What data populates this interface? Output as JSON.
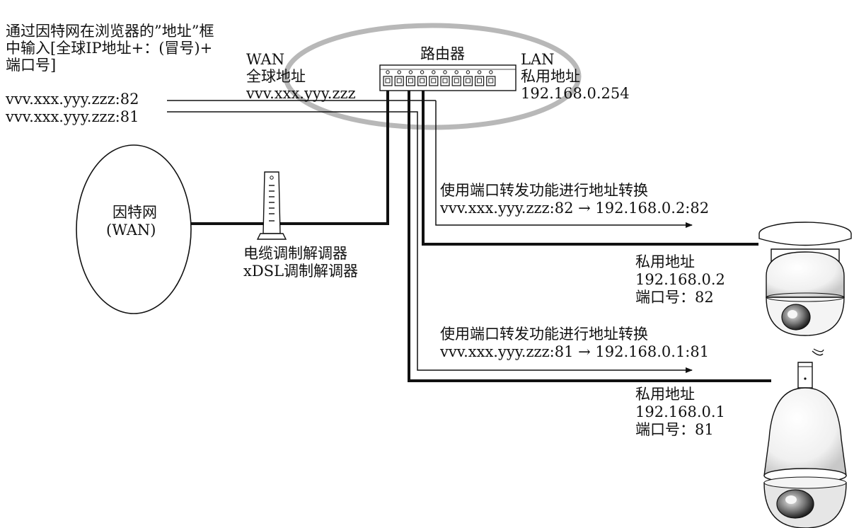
{
  "instruction": {
    "lines": [
      "通过因特网在浏览器的”地址”框",
      "中输入[全球IP地址+：(冒号)+",
      "端口号]"
    ]
  },
  "external_urls": [
    "vvv.xxx.yyy.zzz:82",
    "vvv.xxx.yyy.zzz:81"
  ],
  "wan": {
    "title": "WAN",
    "subtitle": "全球地址",
    "address": "vvv.xxx.yyy.zzz"
  },
  "router": {
    "label": "路由器",
    "port_count": 10
  },
  "lan": {
    "title": "LAN",
    "subtitle": "私用地址",
    "address": "192.168.0.254"
  },
  "internet": {
    "name": "因特网",
    "tag": "(WAN)"
  },
  "modem": {
    "line1": "电缆调制解调器",
    "line2": "xDSL调制解调器"
  },
  "forward": [
    {
      "heading": "使用端口转发功能进行地址转换",
      "rule": "vvv.xxx.yyy.zzz:82 → 192.168.0.2:82"
    },
    {
      "heading": "使用端口转发功能进行地址转换",
      "rule": "vvv.xxx.yyy.zzz:81 → 192.168.0.1:81"
    }
  ],
  "cameras": [
    {
      "label": "私用地址",
      "ip": "192.168.0.2",
      "port": "端口号：82"
    },
    {
      "label": "私用地址",
      "ip": "192.168.0.1",
      "port": "端口号：81"
    }
  ]
}
